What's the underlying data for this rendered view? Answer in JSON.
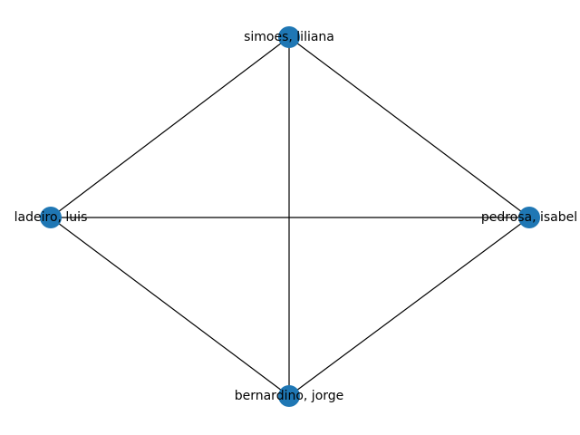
{
  "graph": {
    "node_color": "#1f77b4",
    "edge_color": "#000000",
    "nodes": [
      {
        "id": "simoes",
        "label": "simoes, liliana"
      },
      {
        "id": "ladeiro",
        "label": "ladeiro, luis"
      },
      {
        "id": "pedrosa",
        "label": "pedrosa, isabel"
      },
      {
        "id": "bernardino",
        "label": "bernardino, jorge"
      }
    ],
    "edges": [
      {
        "from": "simoes",
        "to": "ladeiro"
      },
      {
        "from": "simoes",
        "to": "pedrosa"
      },
      {
        "from": "simoes",
        "to": "bernardino"
      },
      {
        "from": "ladeiro",
        "to": "pedrosa"
      },
      {
        "from": "ladeiro",
        "to": "bernardino"
      },
      {
        "from": "pedrosa",
        "to": "bernardino"
      }
    ]
  }
}
